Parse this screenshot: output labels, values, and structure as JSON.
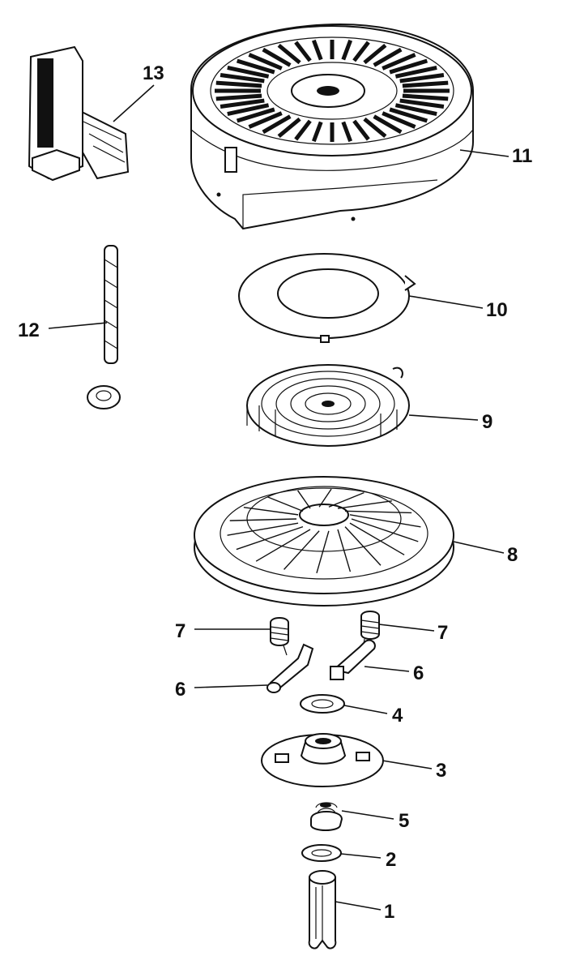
{
  "callouts": [
    {
      "id": "1",
      "label": "1"
    },
    {
      "id": "2",
      "label": "2"
    },
    {
      "id": "3",
      "label": "3"
    },
    {
      "id": "4",
      "label": "4"
    },
    {
      "id": "5",
      "label": "5"
    },
    {
      "id": "6a",
      "label": "6"
    },
    {
      "id": "6b",
      "label": "6"
    },
    {
      "id": "7a",
      "label": "7"
    },
    {
      "id": "7b",
      "label": "7"
    },
    {
      "id": "8",
      "label": "8"
    },
    {
      "id": "9",
      "label": "9"
    },
    {
      "id": "10",
      "label": "10"
    },
    {
      "id": "11",
      "label": "11"
    },
    {
      "id": "12",
      "label": "12"
    },
    {
      "id": "13",
      "label": "13"
    }
  ]
}
